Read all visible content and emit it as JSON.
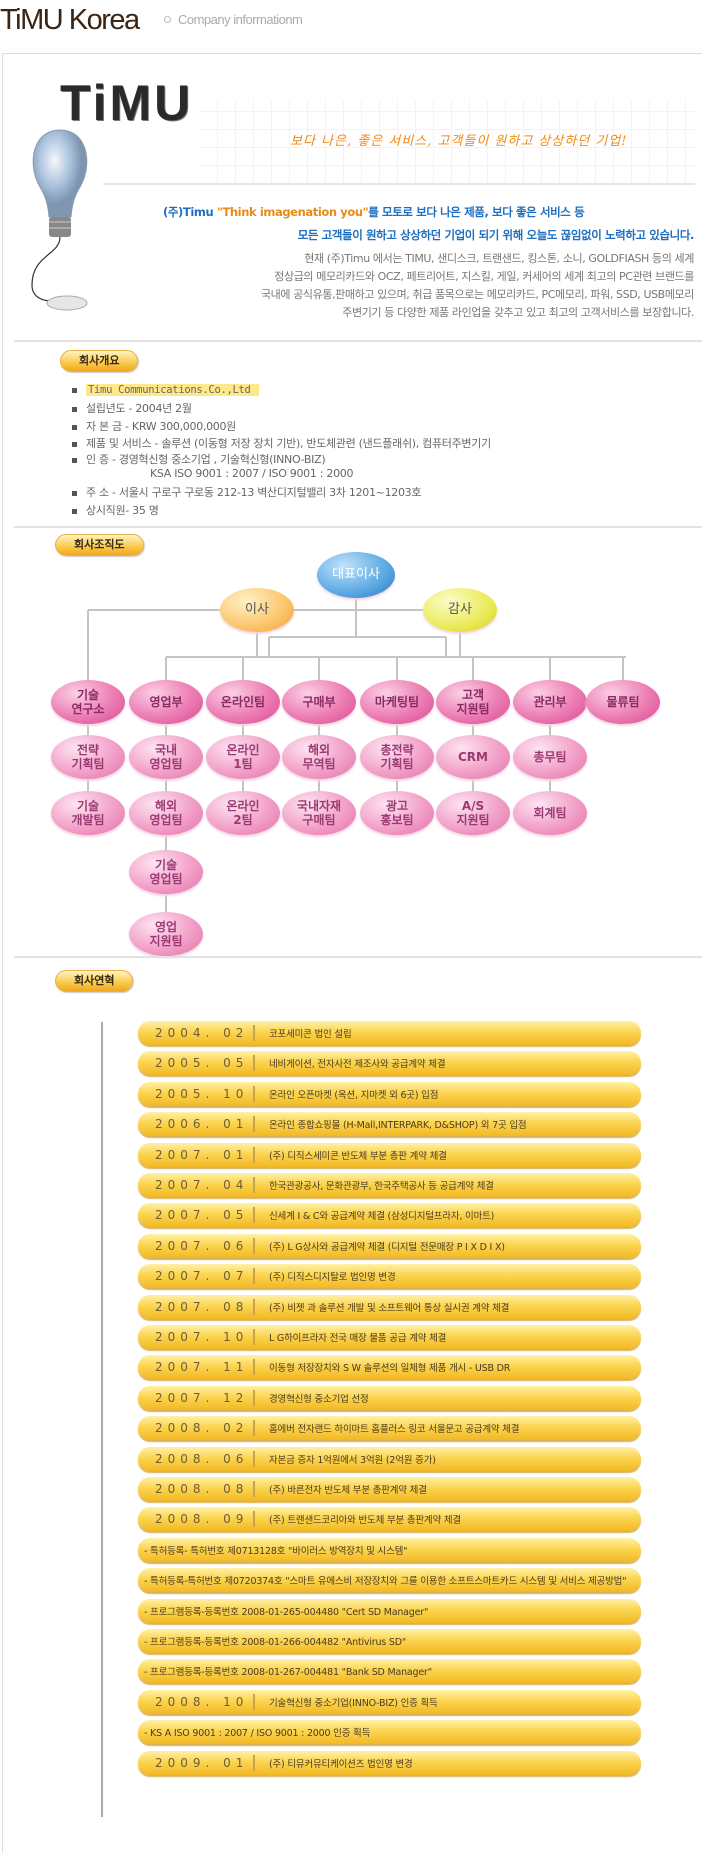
{
  "header": {
    "title": "TiMU Korea",
    "subtitle": "Company informationm"
  },
  "banner": {
    "logo": "TiMU",
    "tagline": "보다 나은, 좋은 서비스, 고객들이 원하고 상상하던 기업!"
  },
  "intro": {
    "line1_prefix": "(주)Timu ",
    "line1_slogan": "\"Think imagenation you\"",
    "line1_suffix": "를 모토로 보다 나은 제품, 보다 좋은 서비스 등",
    "line2": "모든 고객들이 원하고 상상하던 기업이 되기 위해 오늘도 끊임없이 노력하고 있습니다.",
    "paragraph": [
      "현재 (주)Timu 에서는 TIMU, 샌디스크, 트랜샌드, 킹스톤, 소니, GOLDFIASH 등의 세계",
      "정상급의 메모리카드와 OCZ, 페트리어트, 지스킬, 게일, 커세어의 세계 최고의 PC관련 브랜드를",
      "국내에 공식유통,판매하고 있으며, 취급 품목으로는 메모리카드, PC메모리, 파워, SSD, USB메모리",
      "주변기기 등 다양한 제품 라인업을 갖추고 있고   최고의 고객서비스를 보장합니다."
    ]
  },
  "overview": {
    "title": "회사개요",
    "items": [
      "Timu Communications.Co.,Ltd",
      "설립년도 -  2004년 2월",
      "자 본 금 -  KRW 300,000,000원",
      "제품 및 서비스 - 솔루션 (이동형 저장 장치 기반), 반도체관련 (낸드플래쉬), 컴퓨터주변기기",
      "인    증 - 경영혁신형 중소기업 , 기술혁신형(INNO-BIZ)",
      "KSA ISO 9001 : 2007 / ISO 9001 : 2000",
      "주     소 - 서울시 구로구 구로동 212-13  벽산디지털밸리 3차 1201~1203호",
      "상시직원- 35 명"
    ]
  },
  "org": {
    "title": "회사조직도",
    "ceo": "대표이사",
    "director": "이사",
    "auditor": "감사",
    "columns": [
      {
        "head": "기술\n연구소",
        "subs": [
          "전략\n기획팀",
          "기술\n개발팀"
        ]
      },
      {
        "head": "영업부",
        "subs": [
          "국내\n영업팀",
          "해외\n영업팀",
          "기술\n영업팀",
          "영업\n지원팀"
        ]
      },
      {
        "head": "온라인팀",
        "subs": [
          "온라인\n1팀",
          "온라인\n2팀"
        ]
      },
      {
        "head": "구매부",
        "subs": [
          "해외\n무역팀",
          "국내자재\n구매팀"
        ]
      },
      {
        "head": "마케팅팀",
        "subs": [
          "총전략\n기획팀",
          "광고\n홍보팀"
        ]
      },
      {
        "head": "고객\n지원팀",
        "subs": [
          "CRM",
          "A/S\n지원팀"
        ]
      },
      {
        "head": "관리부",
        "subs": [
          "총무팀",
          "회계팀"
        ]
      },
      {
        "head": "물류팀",
        "subs": []
      }
    ]
  },
  "history": {
    "title": "회사연혁",
    "items": [
      {
        "date": "2004. 02",
        "text": "코포세미콘  법인  설립"
      },
      {
        "date": "2005. 05",
        "text": "네비게이션,    전자사전  제조사와  공급계약  체결"
      },
      {
        "date": "2005. 10",
        "text": "온라인 오픈마켓 (옥션,    지마켓  외  6곳) 입점"
      },
      {
        "date": "2006. 01",
        "text": "온라인 종합쇼핑몰 (H-Mall,INTERPARK, D&SHOP) 외 7곳 입점"
      },
      {
        "date": "2007. 01",
        "text": "(주) 디직스세미콘  반도체  부분  총판  계약  체결"
      },
      {
        "date": "2007. 04",
        "text": "한국관광공사, 문화관광부, 한국주택공사  등  공급계약  체결"
      },
      {
        "date": "2007. 05",
        "text": "신세계   I & C와  공급계약  체결 (삼성디지털프라자, 이마트)"
      },
      {
        "date": "2007. 06",
        "text": "(주) L G상사와  공급계약  체결 (디지털 전문매장  P I X D I X)"
      },
      {
        "date": "2007. 07",
        "text": "(주) 디직스디지탈로  법인명  변경"
      },
      {
        "date": "2007. 08",
        "text": "(주) 비젯 과 솔루션 개발 및 소프트웨어 통상 실시권 계약 체결"
      },
      {
        "date": "2007. 10",
        "text": "L G하이프라자  전국  매장  물품  공급  계약  체결"
      },
      {
        "date": "2007. 11",
        "text": "이동형 저장장치와  S W  솔루션의 일체형 제품 개시 - USB  DR"
      },
      {
        "date": "2007. 12",
        "text": "경영혁신형 중소기업 선정"
      },
      {
        "date": "2008. 02",
        "text": "홈에버 전자랜드 하이마트 홈플러스 링코 서울문고 공급계약 체결"
      },
      {
        "date": "2008. 06",
        "text": "자본금  증자  1억원에서  3억원 (2억원  증가)"
      },
      {
        "date": "2008. 08",
        "text": "(주) 바른전자  반도체  부분  총판계약  체결"
      },
      {
        "date": "2008. 09",
        "text": "(주) 트랜샌드코리아와  반도체  부분  총판계약  체결"
      },
      {
        "date": null,
        "text": "- 특허등록- 특허번호 제0713128호 \"바이러스 방역장치 및 시스템\""
      },
      {
        "date": null,
        "text": "- 특허등록-특허번호 제0720374호 \"스마트 유에스비 저장장치와 그를 이용한 소프트스마트카드 시스템 및 서비스 제공방법\""
      },
      {
        "date": null,
        "text": "- 프로그램등록-등록번호 2008-01-265-004480 \"Cert SD Manager\""
      },
      {
        "date": null,
        "text": "- 프로그램등록-등록번호 2008-01-266-004482 \"Antivirus SD\""
      },
      {
        "date": null,
        "text": "- 프로그램등록-등록번호 2008-01-267-004481 \"Bank SD Manager\""
      },
      {
        "date": "2008. 10",
        "text": "기술혁신형 중소기업(INNO-BIZ) 인증 획득"
      },
      {
        "date": null,
        "text": "- KS A ISO 9001 : 2007 / ISO 9001 : 2000 인증 획득"
      },
      {
        "date": "2009. 01",
        "text": "(주) 티뮤커뮤티케이션즈  법인명  변경"
      }
    ]
  }
}
